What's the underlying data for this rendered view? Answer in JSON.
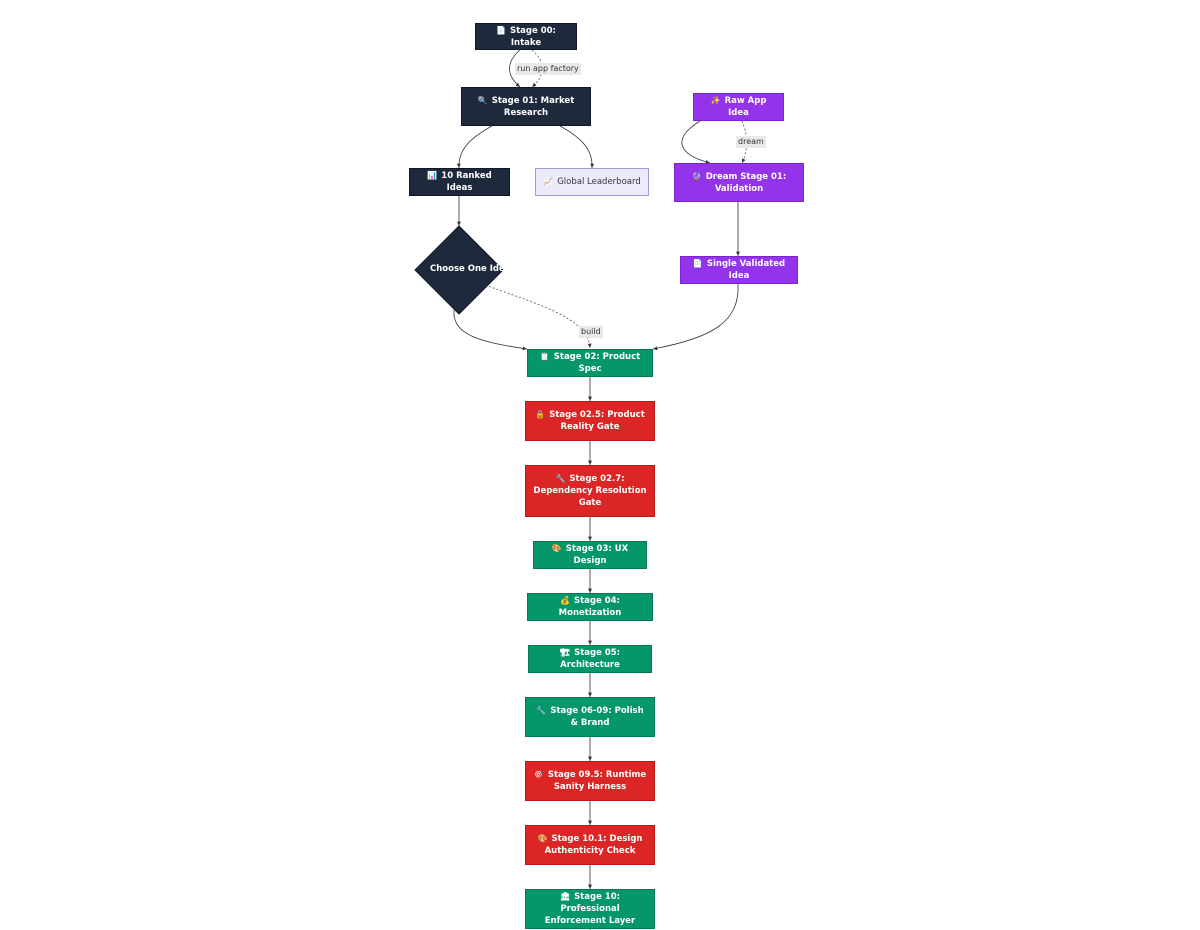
{
  "colors": {
    "dark": "#1e293b",
    "purple": "#9333ea",
    "green": "#059669",
    "red": "#dc2626",
    "light": "#ecebfb",
    "edge": "#333333"
  },
  "nodes": {
    "intake": {
      "icon": "📄",
      "label": "Stage 00: Intake"
    },
    "market": {
      "icon": "🔍",
      "label": "Stage 01: Market Research"
    },
    "ranked": {
      "icon": "📊",
      "label": "10 Ranked Ideas"
    },
    "leaderboard": {
      "icon": "📈",
      "label": "Global Leaderboard"
    },
    "choose": {
      "label": "Choose One Idea"
    },
    "raw": {
      "icon": "✨",
      "label": "Raw App Idea"
    },
    "dream": {
      "icon": "🔮",
      "label": "Dream Stage 01: Validation"
    },
    "validated": {
      "icon": "📄",
      "label": "Single Validated Idea"
    },
    "spec": {
      "icon": "📋",
      "label": "Stage 02: Product Spec"
    },
    "reality_gate": {
      "icon": "🔒",
      "label": "Stage 02.5: Product Reality Gate"
    },
    "dependency": {
      "icon": "🔧",
      "label": "Stage 02.7: Dependency Resolution Gate"
    },
    "ux": {
      "icon": "🎨",
      "label": "Stage 03: UX Design"
    },
    "monetization": {
      "icon": "💰",
      "label": "Stage 04: Monetization"
    },
    "architecture": {
      "icon": "🏗",
      "label": "Stage 05: Architecture"
    },
    "polish": {
      "icon": "🔧",
      "label": "Stage 06-09: Polish & Brand"
    },
    "sanity": {
      "icon": "🎯",
      "label": "Stage 09.5: Runtime Sanity Harness"
    },
    "authenticity": {
      "icon": "🎨",
      "label": "Stage 10.1: Design Authenticity Check"
    },
    "enforcement": {
      "icon": "🏛",
      "label": "Stage 10: Professional Enforcement Layer"
    }
  },
  "edge_labels": {
    "run_app_factory": "run app factory",
    "dream": "dream",
    "build": "build"
  }
}
